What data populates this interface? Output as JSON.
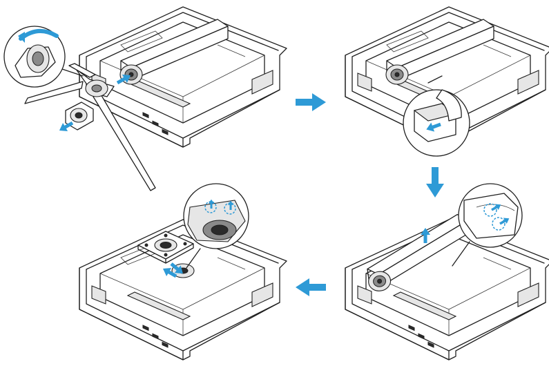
{
  "colors": {
    "arrow_blue": "#2e9ad6",
    "line": "#1f1f1f",
    "background": "#ffffff"
  },
  "steps": [
    {
      "name": "remove-stand-base",
      "icons": [
        "rotate-arrow-icon",
        "pull-arrow-icon"
      ]
    },
    {
      "name": "press-release-button",
      "icons": [
        "press-arrow-icon"
      ]
    },
    {
      "name": "lift-stand-arm",
      "icons": [
        "lift-arrow-icon",
        "unhook-arrow-icon"
      ]
    },
    {
      "name": "attach-vesa-adapter",
      "icons": [
        "insert-arrow-icon"
      ]
    }
  ],
  "flow": [
    "right",
    "down",
    "left"
  ]
}
